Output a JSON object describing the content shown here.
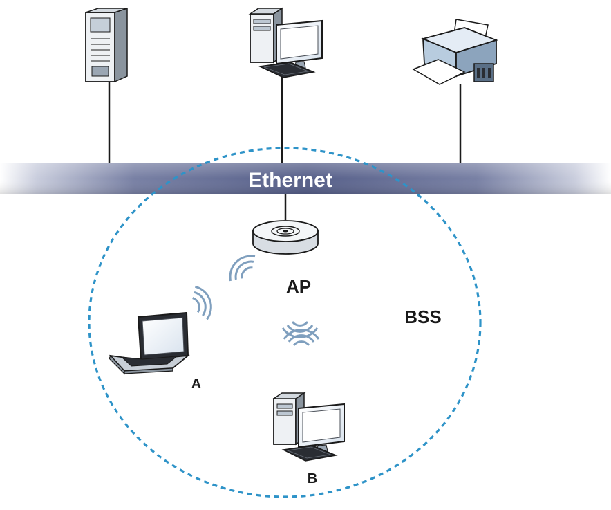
{
  "network": {
    "backbone_label": "Ethernet",
    "access_point_label": "AP",
    "bss_label": "BSS",
    "station_a_label": "A",
    "station_b_label": "B"
  },
  "icons": {
    "server": "server-tower-icon",
    "desktop": "desktop-computer-icon",
    "printer": "printer-icon",
    "access_point": "wireless-access-point-icon",
    "laptop": "laptop-icon",
    "signal": "wifi-signal-icon"
  },
  "colors": {
    "ethernet_bar": "#5d6690",
    "bss_circle": "#2e93c8",
    "signal_arcs": "#7f9fbe",
    "label_text": "#1a1a1a",
    "ethernet_text": "#ffffff"
  }
}
